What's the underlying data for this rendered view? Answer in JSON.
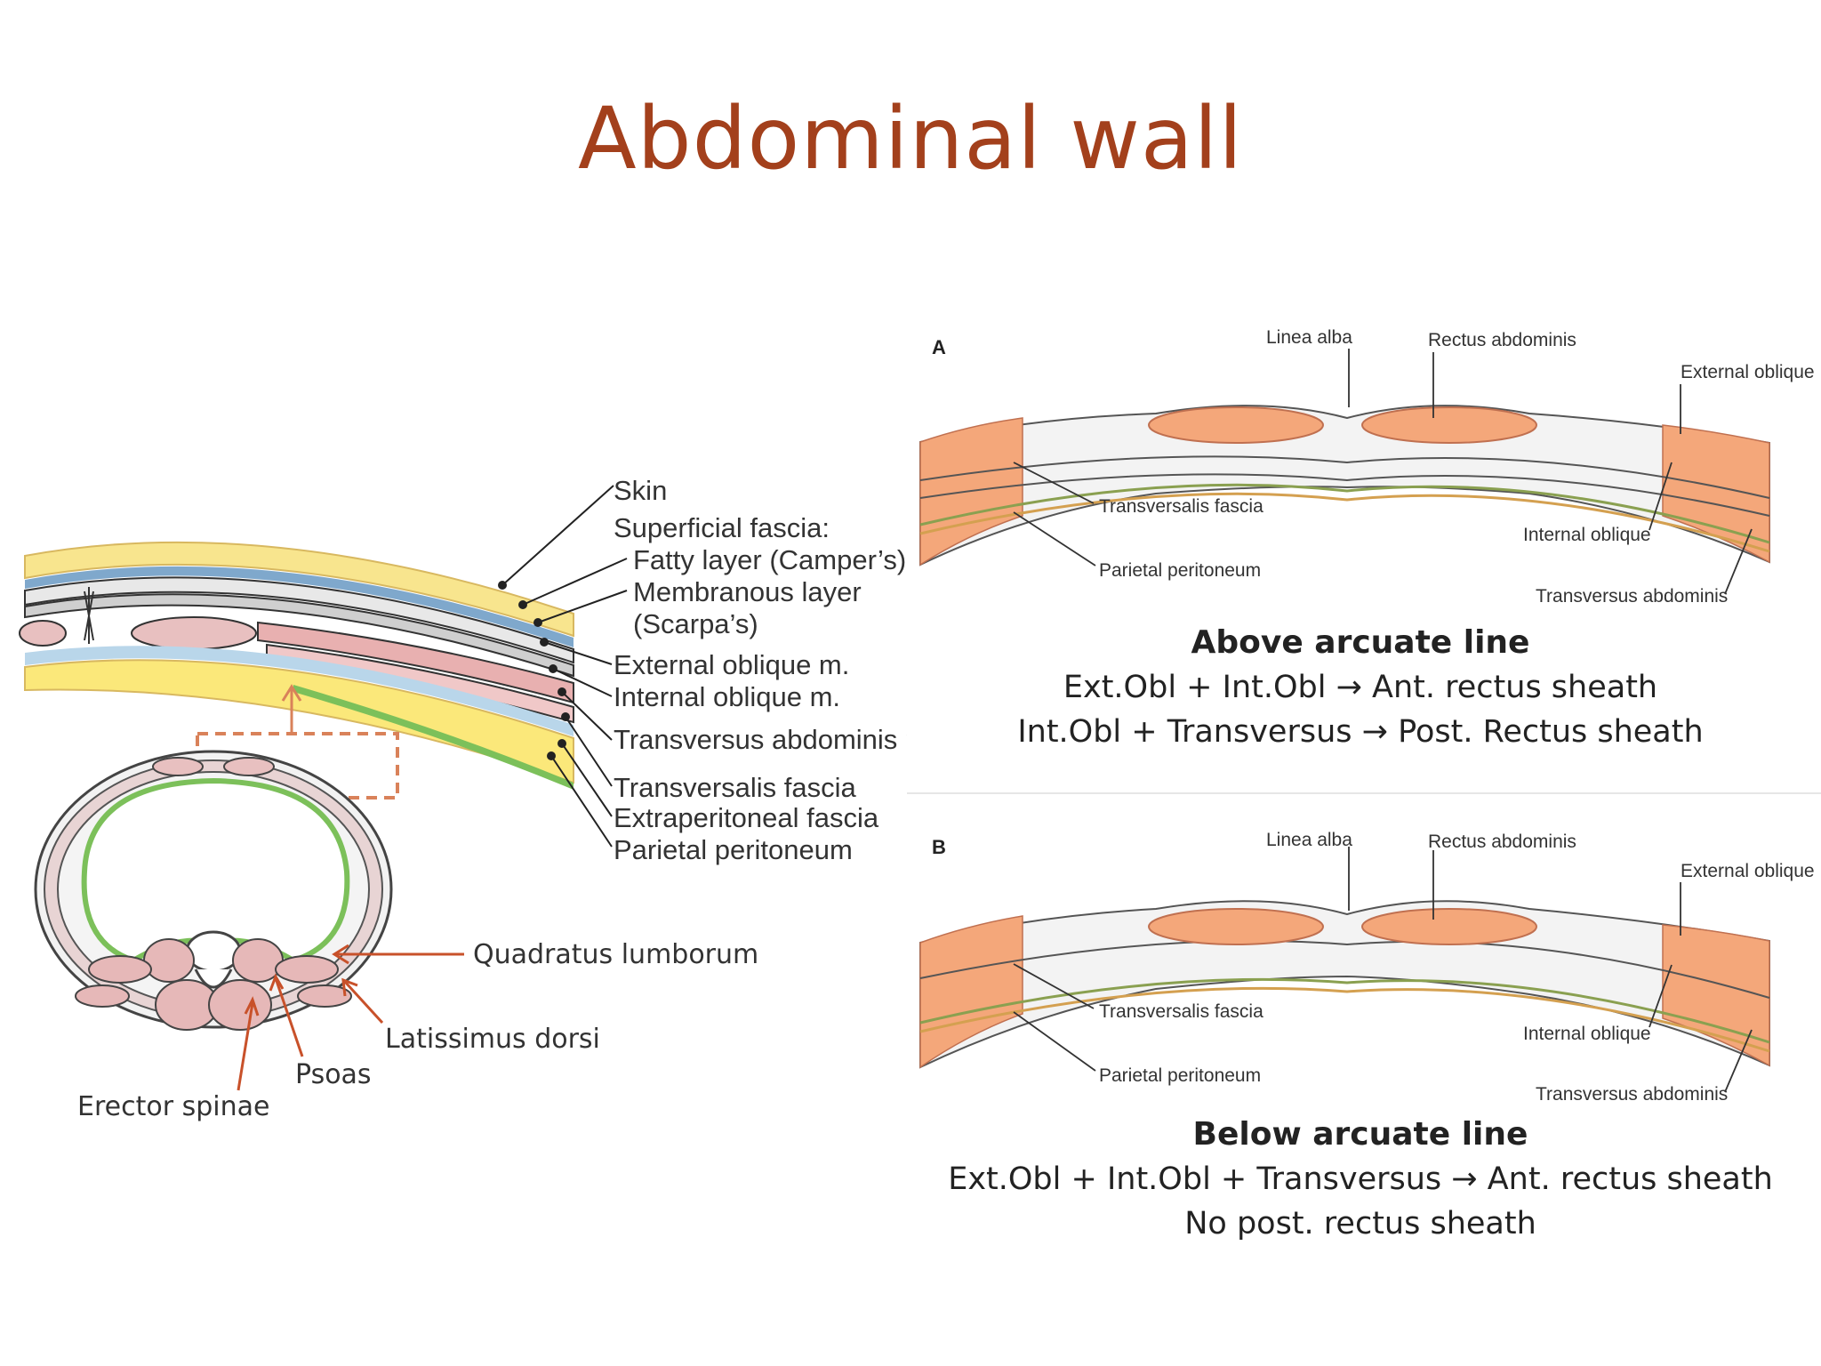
{
  "slide": {
    "title": "Abdominal wall"
  },
  "left_figure": {
    "layer_labels": {
      "skin": "Skin",
      "superficial_fascia": "Superficial fascia:",
      "fatty_layer": "Fatty layer (Camper’s)",
      "membranous_layer": "Membranous layer",
      "scarpa": "(Scarpa’s)",
      "external_oblique": "External oblique m.",
      "internal_oblique": "Internal oblique m.",
      "transversus": "Transversus abdominis m.",
      "transversalis": "Transversalis fascia",
      "extraperitoneal": "Extraperitoneal fascia",
      "parietal": "Parietal peritoneum"
    },
    "muscle_labels": {
      "quadratus": "Quadratus lumborum",
      "latissimus": "Latissimus dorsi",
      "psoas": "Psoas",
      "erector": "Erector spinae"
    }
  },
  "panel_a": {
    "letter": "A",
    "labels": {
      "linea_alba": "Linea alba",
      "rectus": "Rectus abdominis",
      "external_oblique": "External oblique",
      "transversalis": "Transversalis fascia",
      "internal_oblique": "Internal oblique",
      "parietal": "Parietal peritoneum",
      "transversus": "Transversus abdominis"
    },
    "caption": {
      "heading": "Above arcuate line",
      "line1": "Ext.Obl + Int.Obl → Ant. rectus sheath",
      "line2": "Int.Obl + Transversus → Post. Rectus sheath"
    }
  },
  "panel_b": {
    "letter": "B",
    "labels": {
      "linea_alba": "Linea alba",
      "rectus": "Rectus abdominis",
      "external_oblique": "External oblique",
      "transversalis": "Transversalis fascia",
      "internal_oblique": "Internal oblique",
      "parietal": "Parietal peritoneum",
      "transversus": "Transversus abdominis"
    },
    "caption": {
      "heading": "Below arcuate line",
      "line1": "Ext.Obl + Int.Obl + Transversus → Ant. rectus sheath",
      "line2": "No post. rectus sheath"
    }
  },
  "colors": {
    "title": "#a3401c",
    "arrow": "#c8512a",
    "skin": "#f6e08a",
    "fat": "#fbe87a",
    "fascia_blue": "#a8c8e0",
    "muscle_pink": "#e8b8b8",
    "peritoneum_green": "#7cc05a",
    "muscle_orange": "#f4a77a"
  }
}
